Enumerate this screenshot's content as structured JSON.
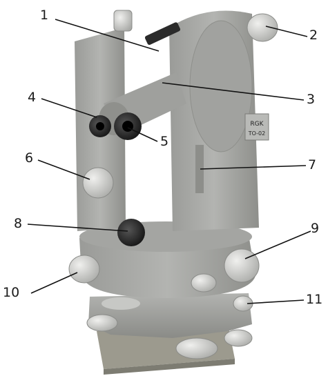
{
  "figure": {
    "background": "#ffffff",
    "instrument_body_color": "#a7a8a5",
    "instrument_shadow_color": "#8f908c",
    "knob_color": "#222222",
    "leader_color": "#111111",
    "plate_text_line1": "RGK",
    "plate_text_line2": "TO-02"
  },
  "callouts": [
    {
      "id": "1",
      "label": "1"
    },
    {
      "id": "2",
      "label": "2"
    },
    {
      "id": "3",
      "label": "3"
    },
    {
      "id": "4",
      "label": "4"
    },
    {
      "id": "5",
      "label": "5"
    },
    {
      "id": "6",
      "label": "6"
    },
    {
      "id": "7",
      "label": "7"
    },
    {
      "id": "8",
      "label": "8"
    },
    {
      "id": "9",
      "label": "9"
    },
    {
      "id": "10",
      "label": "10"
    },
    {
      "id": "11",
      "label": "11"
    }
  ]
}
